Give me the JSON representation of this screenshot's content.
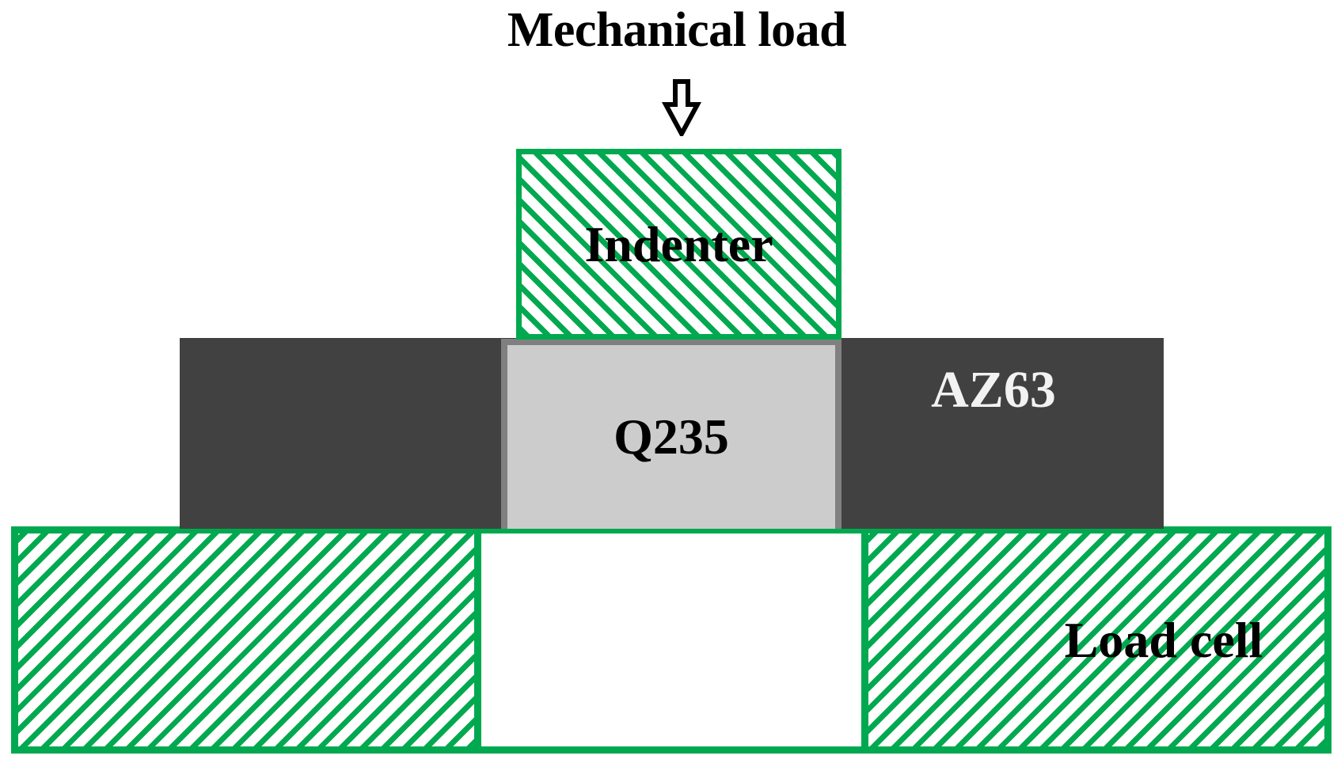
{
  "figure": {
    "kind": "schematic-diagram",
    "subject": "galvanic-corrosion indentation test setup",
    "background_color": "#ffffff"
  },
  "title": {
    "text": "Mechanical load",
    "color": "#000000"
  },
  "arrow": {
    "icon": "down-arrow-icon",
    "direction": "down",
    "fill": "#ffffff",
    "stroke": "#000000"
  },
  "components": {
    "indenter": {
      "label": "Indenter",
      "label_color": "#000000",
      "fill": "hatched",
      "hatch_color": "#00a94f",
      "hatch_direction": "forward",
      "border_color": "#00a94f"
    },
    "specimen": {
      "label": "AZ63",
      "label_color": "#f2f2f2",
      "fill_color": "#414141"
    },
    "insert": {
      "label": "Q235",
      "label_color": "#000000",
      "fill_color": "#cccccc",
      "border_color": "#808080"
    },
    "load_cell": {
      "label": "Load cell",
      "label_color": "#000000",
      "fill": "hatched",
      "hatch_color": "#00a94f",
      "hatch_direction": "backward",
      "border_color": "#00a94f"
    }
  },
  "palette": {
    "green": "#00a94f",
    "charcoal": "#414141",
    "light_gray": "#cccccc",
    "mid_gray": "#808080",
    "black": "#000000",
    "white": "#ffffff"
  }
}
